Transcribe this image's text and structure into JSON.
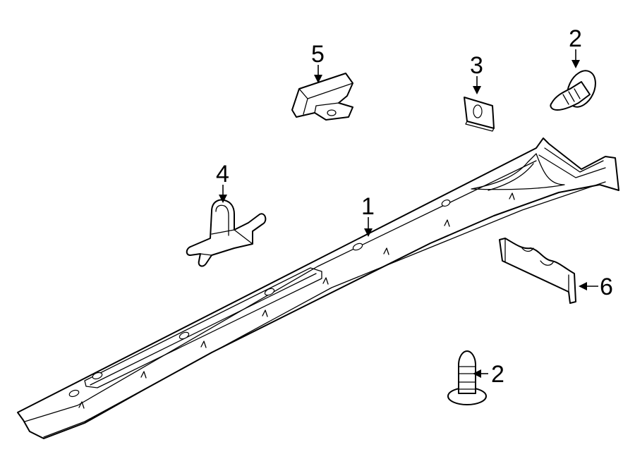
{
  "callouts": {
    "c1": "1",
    "c2_top": "2",
    "c2_bottom": "2",
    "c3": "3",
    "c4": "4",
    "c5": "5",
    "c6": "6"
  }
}
